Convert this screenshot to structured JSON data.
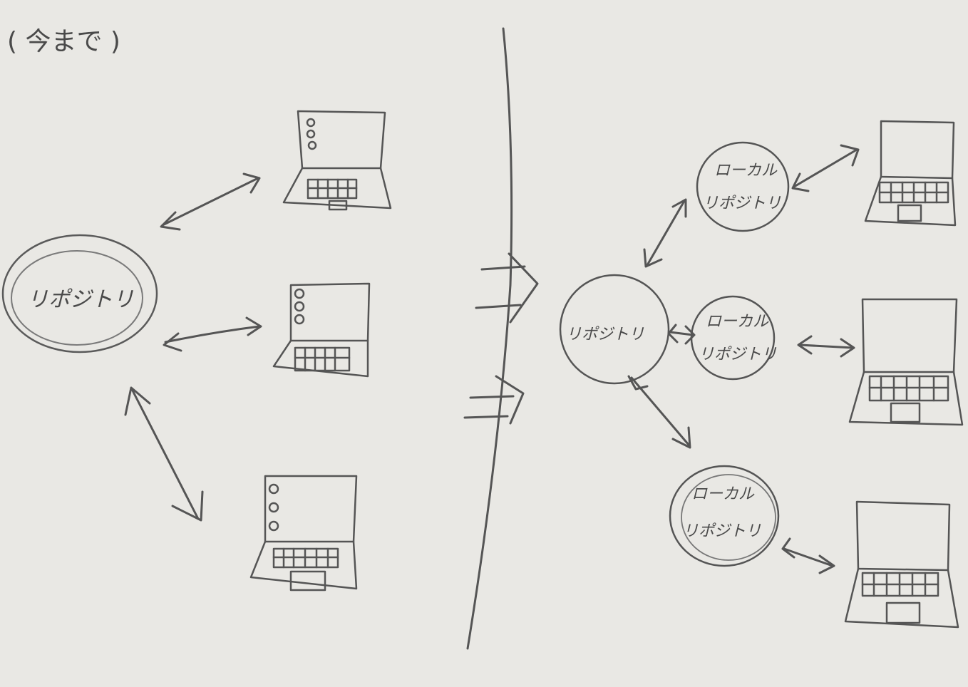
{
  "heading": "( 今まで )",
  "left_side": {
    "repository_label": "リポジトリ"
  },
  "right_side": {
    "repository_label": "リポジトリ",
    "local_repositories": [
      {
        "line1": "ローカル",
        "line2": "リポジトリ"
      },
      {
        "line1": "ローカル",
        "line2": "リポジトリ"
      },
      {
        "line1": "ローカル",
        "line2": "リポジトリ"
      }
    ]
  },
  "colors": {
    "paper": "#e9e8e4",
    "pencil": "#4a4a4a",
    "pencil_light": "#8a8a8a"
  }
}
